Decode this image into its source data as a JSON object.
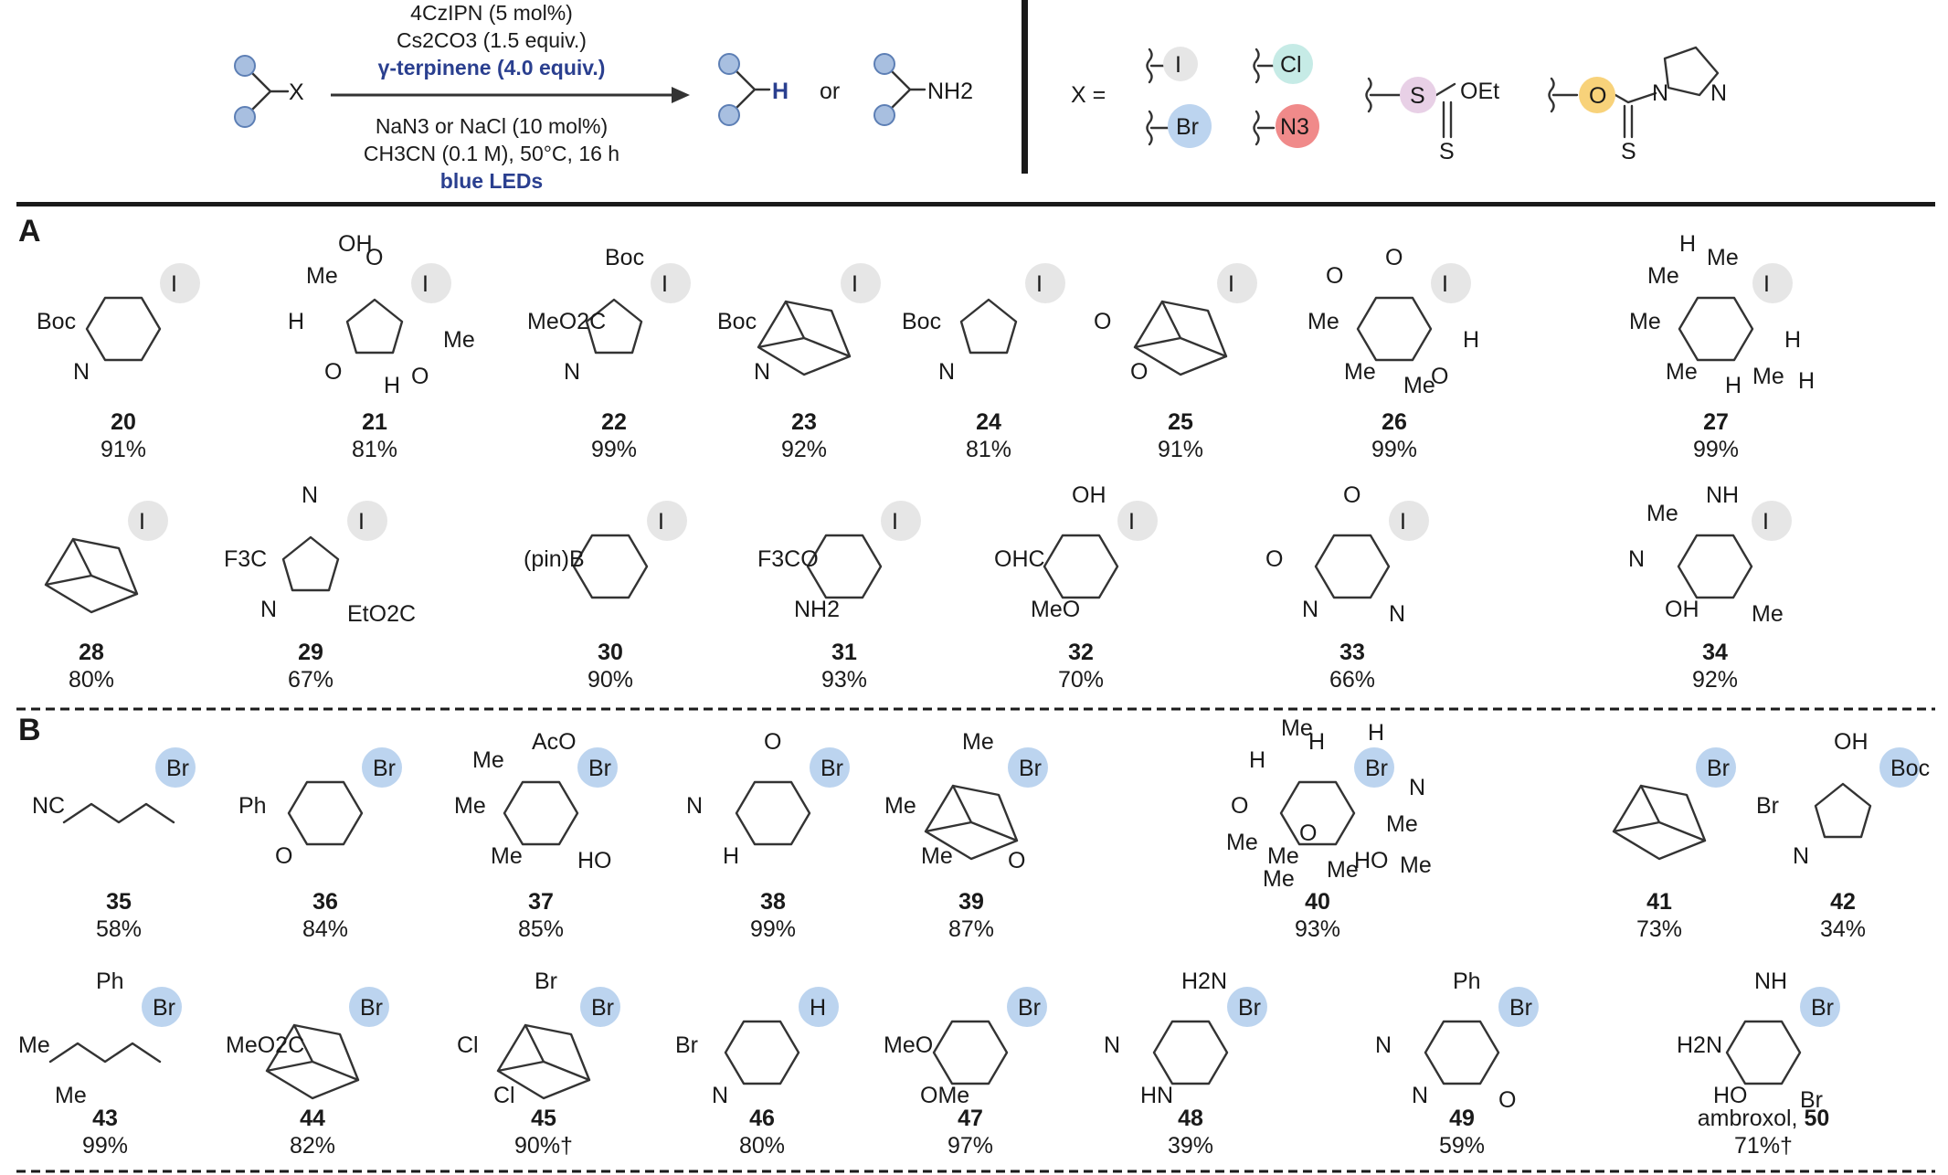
{
  "header": {
    "reactant_label": "X",
    "conditions_above": [
      "4CzIPN (5 mol%)",
      "Cs2CO3 (1.5 equiv.)",
      "γ-terpinene (4.0 equiv.)"
    ],
    "conditions_below": [
      "NaN3 or NaCl (10 mol%)",
      "CH3CN (0.1 M), 50°C, 16 h",
      "blue LEDs"
    ],
    "product_h": "H",
    "or_text": "or",
    "product_nh2": "NH2",
    "x_equals": "X =",
    "x_groups": {
      "iodo": "I",
      "chloro": "Cl",
      "bromo": "Br",
      "azido": "N3",
      "xanthate_s": "S",
      "xanthate_oet": "OEt",
      "xanthate_s2": "S",
      "imid_o": "O",
      "imid_n": "N",
      "imid_n2": "N",
      "imid_s": "S"
    }
  },
  "colors": {
    "iodo": "#e6e6e6",
    "bromo": "#bcd4ef",
    "chloro": "#c6ebe6",
    "azido": "#f08a8a",
    "xanthate": "#e8d0e6",
    "imid": "#f8d27a",
    "accent": "#2a3f8f"
  },
  "sections": {
    "A": "A",
    "B": "B"
  },
  "compounds": [
    {
      "id": "20",
      "yield": "91%",
      "labels": [
        "Boc",
        "N",
        "I"
      ]
    },
    {
      "id": "21",
      "yield": "81%",
      "labels": [
        "H",
        "O",
        "O",
        "O",
        "Me",
        "Me",
        "H",
        "OH",
        "I"
      ]
    },
    {
      "id": "22",
      "yield": "99%",
      "labels": [
        "MeO2C",
        "N",
        "Boc",
        "I"
      ]
    },
    {
      "id": "23",
      "yield": "92%",
      "labels": [
        "Boc",
        "N",
        "I"
      ]
    },
    {
      "id": "24",
      "yield": "81%",
      "labels": [
        "Boc",
        "N",
        "I"
      ]
    },
    {
      "id": "25",
      "yield": "91%",
      "labels": [
        "O",
        "O",
        "I"
      ]
    },
    {
      "id": "26",
      "yield": "99%",
      "labels": [
        "Me",
        "Me",
        "O",
        "O",
        "O",
        "H",
        "Me",
        "I"
      ]
    },
    {
      "id": "27",
      "yield": "99%",
      "labels": [
        "Me",
        "Me",
        "Me",
        "Me",
        "Me",
        "H",
        "H",
        "H",
        "H",
        "I"
      ]
    },
    {
      "id": "28",
      "yield": "80%",
      "labels": [
        "I"
      ]
    },
    {
      "id": "29",
      "yield": "67%",
      "labels": [
        "F3C",
        "N",
        "N",
        "EtO2C",
        "I"
      ]
    },
    {
      "id": "30",
      "yield": "90%",
      "labels": [
        "(pin)B",
        "I"
      ]
    },
    {
      "id": "31",
      "yield": "93%",
      "labels": [
        "F3CO",
        "NH2",
        "I"
      ]
    },
    {
      "id": "32",
      "yield": "70%",
      "labels": [
        "OHC",
        "MeO",
        "OH",
        "I"
      ]
    },
    {
      "id": "33",
      "yield": "66%",
      "labels": [
        "O",
        "N",
        "O",
        "N",
        "I"
      ]
    },
    {
      "id": "34",
      "yield": "92%",
      "labels": [
        "N",
        "OH",
        "NH",
        "Me",
        "Me",
        "I"
      ]
    },
    {
      "id": "35",
      "yield": "58%",
      "labels": [
        "NC",
        "Br"
      ]
    },
    {
      "id": "36",
      "yield": "84%",
      "labels": [
        "Ph",
        "O",
        "Br"
      ]
    },
    {
      "id": "37",
      "yield": "85%",
      "labels": [
        "Me",
        "Me",
        "AcO",
        "HO",
        "Me",
        "Br"
      ]
    },
    {
      "id": "38",
      "yield": "99%",
      "labels": [
        "N",
        "H",
        "O",
        "Br"
      ]
    },
    {
      "id": "39",
      "yield": "87%",
      "labels": [
        "Me",
        "Me",
        "Me",
        "O",
        "Br"
      ]
    },
    {
      "id": "40",
      "yield": "93%",
      "labels": [
        "O",
        "Me",
        "H",
        "HO",
        "H",
        "Me",
        "Me",
        "Me",
        "Me",
        "Me",
        "H",
        "O",
        "N",
        "Me",
        "Br"
      ]
    },
    {
      "id": "41",
      "yield": "73%",
      "labels": [
        "Br"
      ]
    },
    {
      "id": "42",
      "yield": "34%",
      "labels": [
        "Br",
        "N",
        "OH",
        "Boc"
      ]
    },
    {
      "id": "43",
      "yield": "99%",
      "labels": [
        "Me",
        "Me",
        "Ph",
        "Br"
      ]
    },
    {
      "id": "44",
      "yield": "82%",
      "labels": [
        "MeO2C",
        "Br"
      ]
    },
    {
      "id": "45",
      "yield": "90%†",
      "labels": [
        "Cl",
        "Cl",
        "Br",
        "Br"
      ]
    },
    {
      "id": "46",
      "yield": "80%",
      "labels": [
        "Br",
        "N",
        "H"
      ]
    },
    {
      "id": "47",
      "yield": "97%",
      "labels": [
        "MeO",
        "OMe",
        "Br"
      ]
    },
    {
      "id": "48",
      "yield": "39%",
      "labels": [
        "N",
        "HN",
        "H2N",
        "Br"
      ]
    },
    {
      "id": "49",
      "yield": "59%",
      "labels": [
        "N",
        "N",
        "Ph",
        "O",
        "Br"
      ]
    },
    {
      "id": "50",
      "prefix": "ambroxol, ",
      "yield": "71%†",
      "labels": [
        "H2N",
        "HO",
        "NH",
        "Br",
        "Br"
      ]
    }
  ]
}
